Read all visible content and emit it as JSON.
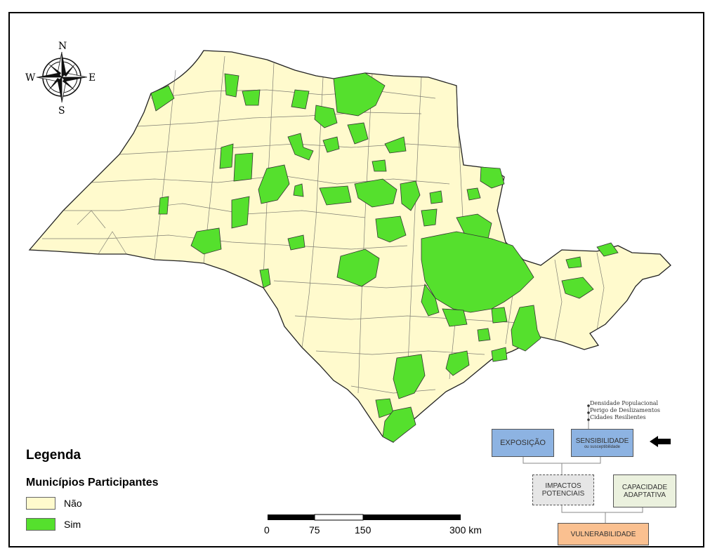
{
  "compass": {
    "n": "N",
    "s": "S",
    "e": "E",
    "w": "W"
  },
  "legend": {
    "title": "Legenda",
    "subtitle": "Municípios Participantes",
    "items": [
      {
        "label": "Não",
        "color": "#FFFACD"
      },
      {
        "label": "Sim",
        "color": "#55E02D"
      }
    ]
  },
  "scale_bar": {
    "labels": [
      "0",
      "75",
      "150",
      "300 km"
    ]
  },
  "diagram": {
    "notes": [
      "Densidade Populacional",
      "Perigo de Deslizamentos",
      "Cidades Resilientes"
    ],
    "exposicao": "EXPOSIÇÃO",
    "sensibilidade": "SENSIBILIDADE",
    "sensibilidade_sub": "ou susceptibilidade",
    "impactos": "IMPACTOS POTENCIAIS",
    "capacidade": "CAPACIDADE ADAPTATIVA",
    "vulnerabilidade": "VULNERABILIDADE",
    "colors": {
      "exposicao": "#8DB3E2",
      "sensibilidade": "#8DB3E2",
      "impactos": "#E6E6E6",
      "capacidade": "#EBF1DE",
      "vulnerabilidade": "#FAC090"
    }
  },
  "map_colors": {
    "land": "#FFFACD",
    "participant": "#55E02D",
    "border": "#333333"
  }
}
